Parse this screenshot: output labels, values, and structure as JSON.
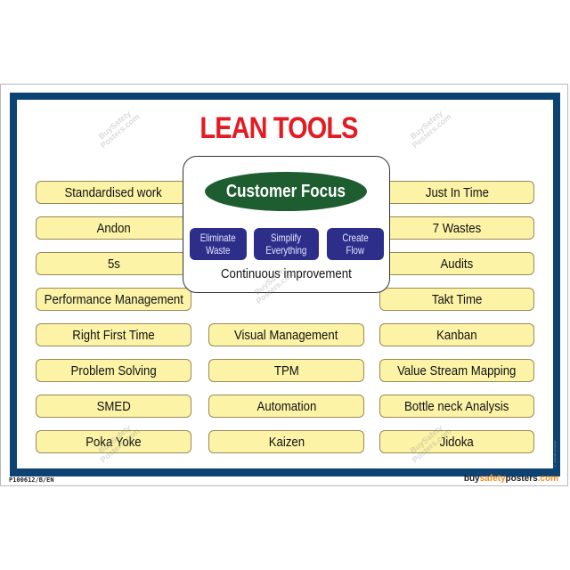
{
  "poster": {
    "title": "LEAN TOOLS",
    "center_panel": {
      "focus": "Customer Focus",
      "principles": [
        {
          "line1": "Eliminate",
          "line2": "Waste"
        },
        {
          "line1": "Simplify",
          "line2": "Everything"
        },
        {
          "line1": "Create",
          "line2": "Flow"
        }
      ],
      "caption": "Continuous improvement"
    },
    "left_column": [
      "Standardised work",
      "Andon",
      "5s",
      "Performance Management",
      "Right First Time",
      "Problem Solving",
      "SMED",
      "Poka Yoke"
    ],
    "middle_column": [
      "Visual Management",
      "TPM",
      "Automation",
      "Kaizen"
    ],
    "right_column": [
      "Just In Time",
      "7 Wastes",
      "Audits",
      "Takt Time",
      "Kanban",
      "Value Stream Mapping",
      "Bottle neck Analysis",
      "Jidoka"
    ]
  },
  "footer": {
    "code": "P100612/B/EN",
    "brand_part1": "buy",
    "brand_part2": "safety",
    "brand_part3": "posters",
    "brand_part4": ".com"
  },
  "watermark": {
    "line1": "BuySafety",
    "line2": "Posters.com"
  },
  "colors": {
    "title_red": "#e31b23",
    "frame_navy": "#0d4373",
    "box_yellow": "#fcf3a7",
    "oval_green": "#1d5d2f",
    "pill_blue": "#2c2e8a",
    "brand_orange": "#f28c1e"
  }
}
